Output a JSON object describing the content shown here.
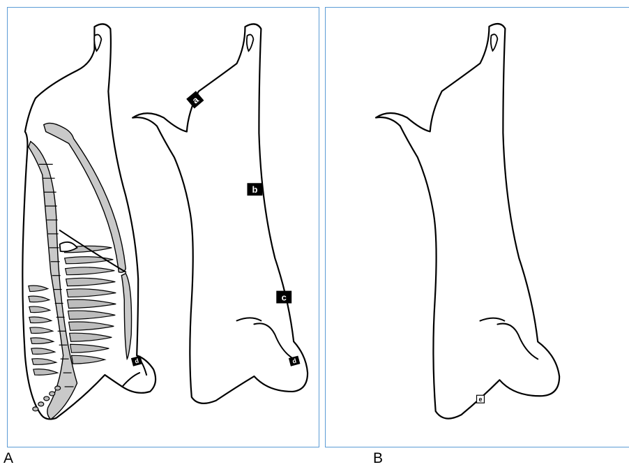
{
  "panels": [
    {
      "caption": "A",
      "markers": [
        {
          "id": "a",
          "label": "a"
        },
        {
          "id": "b",
          "label": "b"
        },
        {
          "id": "c",
          "label": "c"
        },
        {
          "id": "d",
          "label": "d"
        },
        {
          "id": "d2",
          "label": "d"
        }
      ]
    },
    {
      "caption": "B",
      "markers": [
        {
          "id": "e",
          "label": "e"
        }
      ]
    }
  ],
  "colors": {
    "frame": "#5b9bd5",
    "marker_fill": "#000000",
    "marker_text": "#ffffff",
    "bone_shading": "#c9c9c9"
  }
}
